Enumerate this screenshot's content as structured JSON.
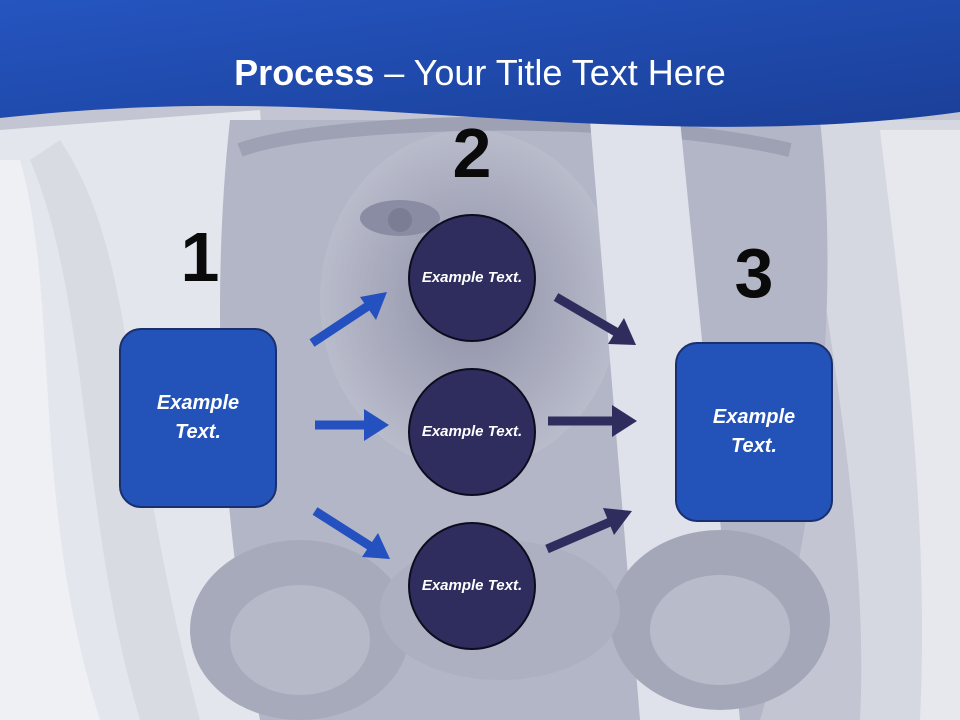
{
  "title": {
    "bold": "Process",
    "rest": " – Your Title Text Here"
  },
  "steps": [
    {
      "number": "1",
      "label": "Example Text."
    },
    {
      "number": "2",
      "label": "Example Text."
    },
    {
      "number": "3",
      "label": "Example Text."
    }
  ],
  "circles": [
    {
      "label": "Example Text."
    },
    {
      "label": "Example Text."
    },
    {
      "label": "Example Text."
    }
  ],
  "colors": {
    "title_band": "#1f4fb3",
    "box_fill": "#2352b8",
    "circle_fill": "#2e2d5e",
    "arrow_left": "#2450c0",
    "arrow_right": "#2e2d5e"
  },
  "icons": {
    "arrows_left": "arrow-icon",
    "arrows_right": "arrow-icon"
  }
}
